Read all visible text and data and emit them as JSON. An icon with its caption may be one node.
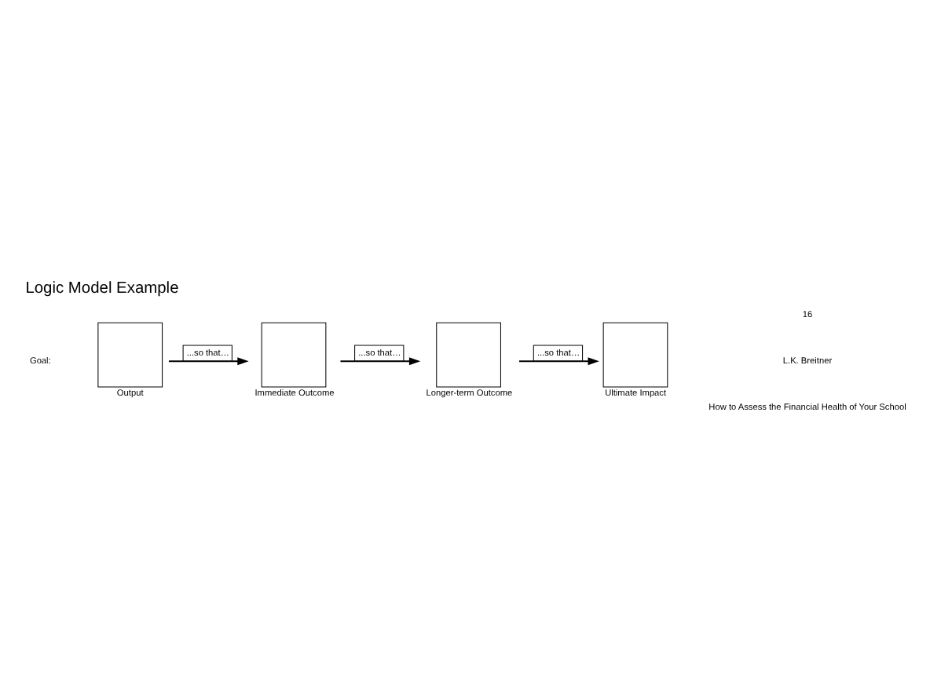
{
  "diagram": {
    "title": "Logic Model Example",
    "nodes": [
      {
        "text": [
          "Output"
        ]
      },
      {
        "text": [
          "Immediate Outcome"
        ]
      },
      {
        "text": [
          "Longer-term Outcome"
        ]
      },
      {
        "text": [
          "Ultimate Impact"
        ]
      }
    ],
    "edges": [
      {
        "from": 0,
        "to": 1,
        "arrow": "to",
        "label": "...so that…"
      },
      {
        "from": 1,
        "to": 2,
        "arrow": "to",
        "label": "...so that…"
      },
      {
        "from": 2,
        "to": 3,
        "arrow": "to",
        "label": "...so that…"
      }
    ],
    "labels": [
      "Goal:",
      "16",
      "L.K. Breitner",
      "How to Assess the Financial Health of Your School"
    ]
  }
}
